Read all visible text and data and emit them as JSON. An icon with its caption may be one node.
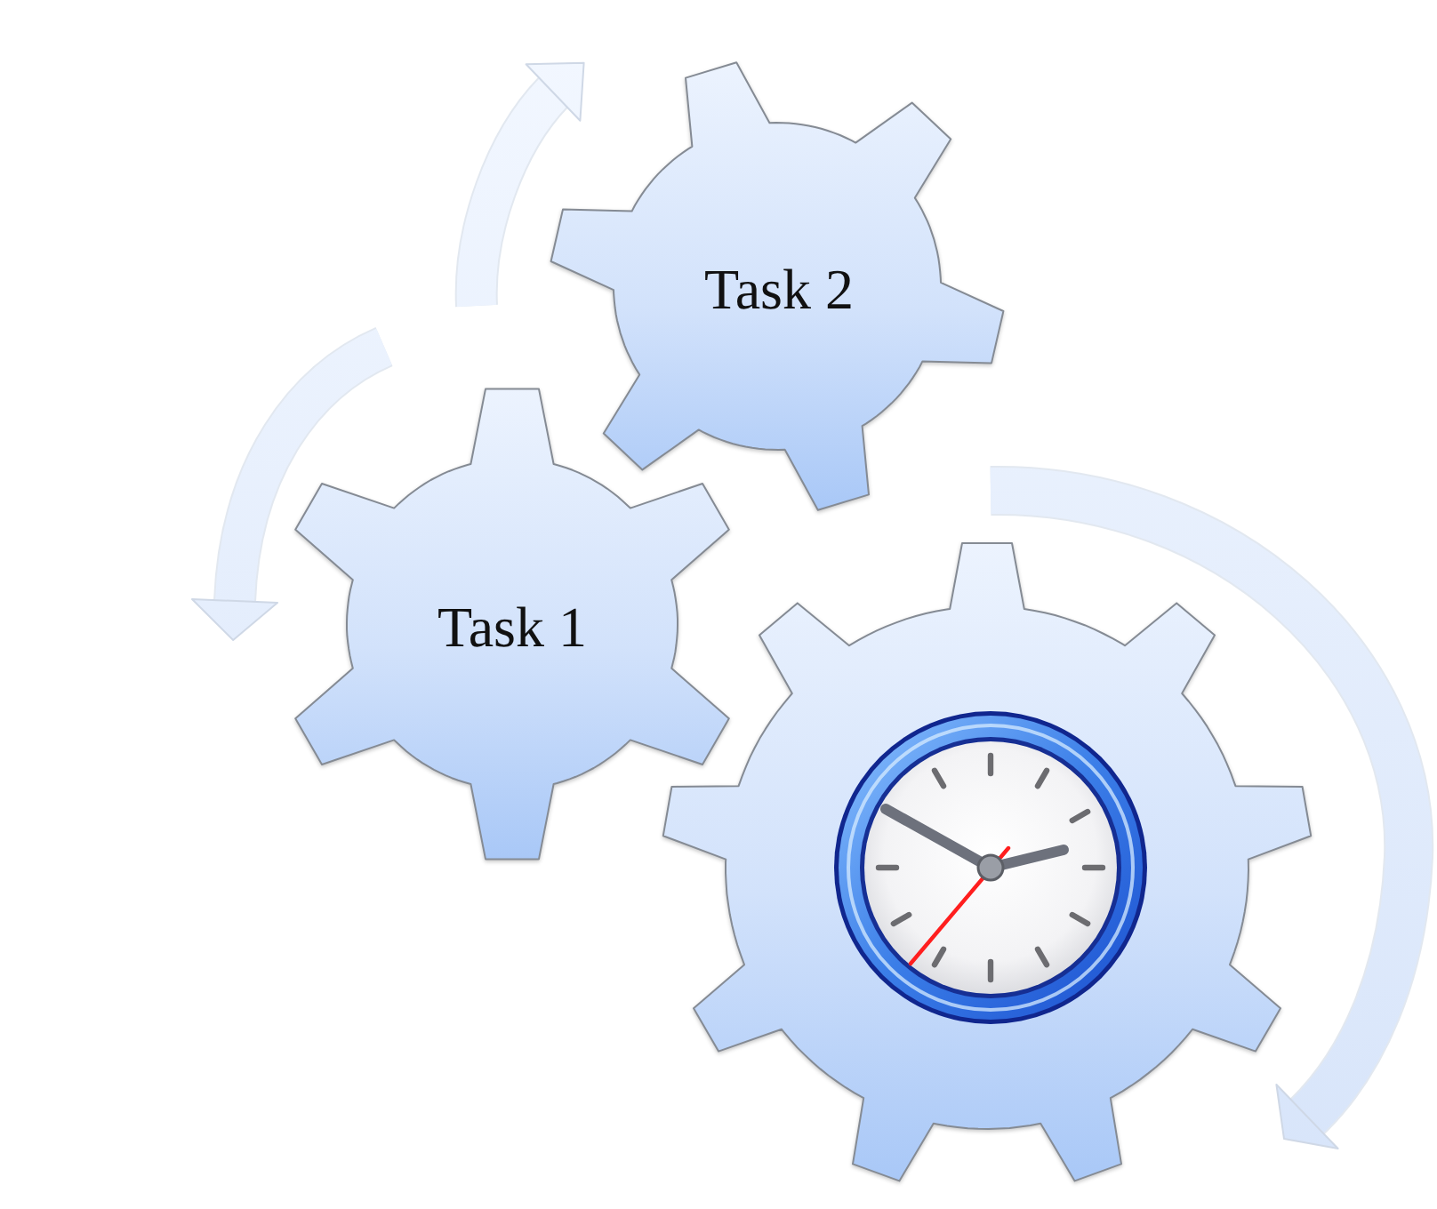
{
  "diagram": {
    "nodes": [
      {
        "text": [
          "Task 2"
        ]
      },
      {
        "text": [
          "Task 1"
        ]
      },
      {
        "text": [],
        "shape": "gear"
      }
    ]
  }
}
